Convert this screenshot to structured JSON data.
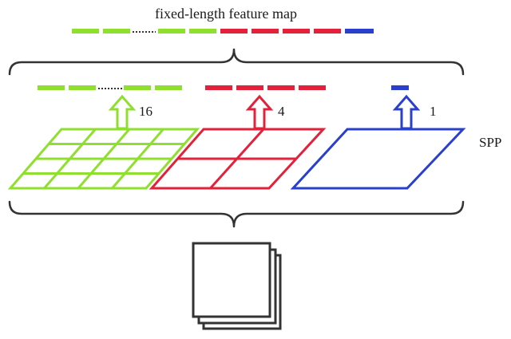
{
  "title": "fixed-length feature map",
  "side_label": "SPP",
  "colors": {
    "green": "#8fe02e",
    "red": "#e3213a",
    "blue": "#2a40cc",
    "dark": "#333333"
  },
  "levels": [
    {
      "count_label": "16",
      "bins": 16,
      "color": "green"
    },
    {
      "count_label": "4",
      "bins": 4,
      "color": "red"
    },
    {
      "count_label": "1",
      "bins": 1,
      "color": "blue"
    }
  ]
}
